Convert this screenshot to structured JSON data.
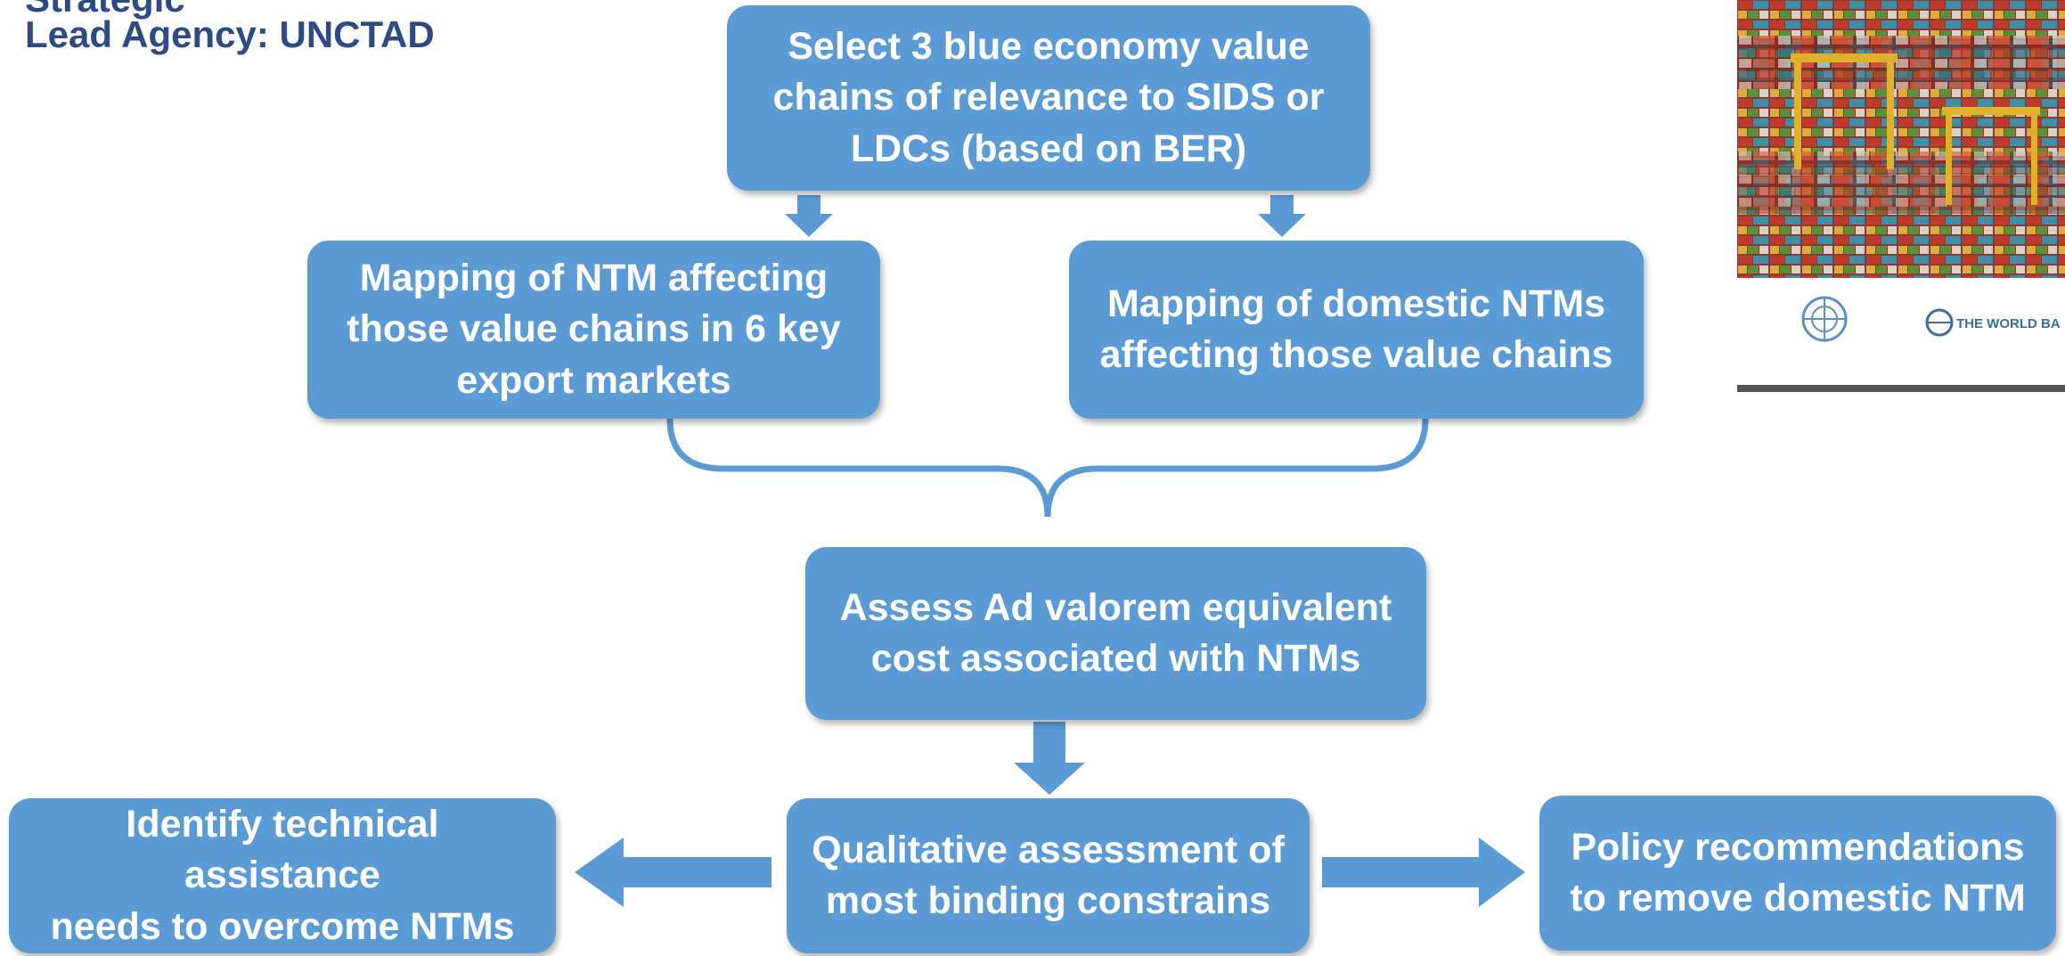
{
  "header": {
    "cut_line": "Strategic",
    "lead_agency": "Lead Agency: UNCTAD"
  },
  "flow": {
    "select_chains": "Select 3 blue economy value\nchains of relevance to SIDS or\nLDCs (based on BER)",
    "mapping_export": "Mapping of NTM affecting\nthose value chains in 6 key\nexport markets",
    "mapping_domestic": "Mapping of domestic NTMs\naffecting those value chains",
    "assess_ave": "Assess Ad valorem equivalent\ncost associated with NTMs",
    "qualitative": "Qualitative assessment of\nmost binding constrains",
    "technical_assistance": "Identify technical assistance\nneeds to overcome NTMs",
    "policy": "Policy recommendations\nto remove domestic NTM"
  },
  "report_cover": {
    "logo_text": "THE WORLD BA"
  },
  "colors": {
    "box_fill": "#5B9BD5",
    "box_text": "#FFFFFF",
    "header_text": "#2E4A86",
    "connector": "#5B9BD5"
  }
}
